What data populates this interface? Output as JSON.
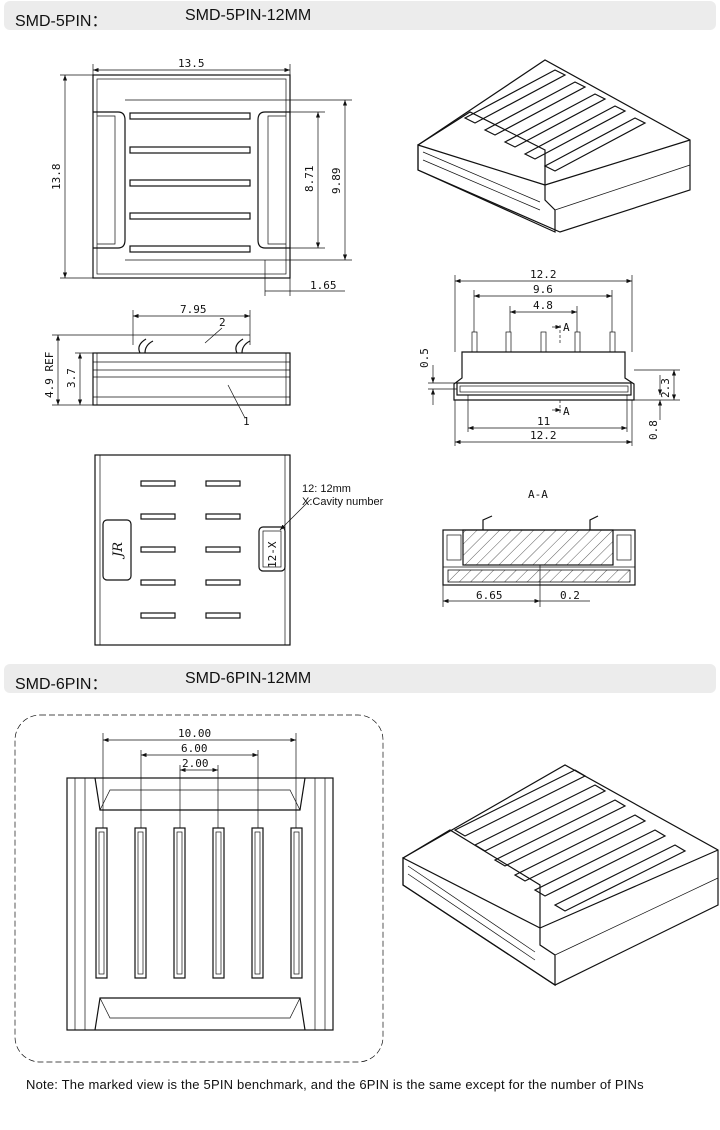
{
  "sections": [
    {
      "label": "SMD-5PIN：",
      "model": "SMD-5PIN-12MM"
    },
    {
      "label": "SMD-6PIN：",
      "model": "SMD-6PIN-12MM"
    }
  ],
  "five_pin": {
    "top_view": {
      "width": "13.5",
      "height": "13.8",
      "inner": "8.71",
      "outer": "9.89",
      "edge": "1.65"
    },
    "side_view": {
      "span": "7.95",
      "ref_height": "4.9 REF",
      "body_height": "3.7",
      "callout_2": "2",
      "callout_1": "1"
    },
    "front_view": {
      "top_width": "12.2",
      "pin_span": "9.6",
      "pin_inner": "4.8",
      "section_mark": "A",
      "left_gap": "0.5",
      "right_height": "2.3",
      "bottom_offset": "0.8",
      "bottom_inner": "11",
      "bottom_width": "12.2"
    },
    "bottom_view": {
      "marking_line1": "12: 12mm",
      "marking_line2": "X:Cavity number",
      "cavity_mark": "12-X",
      "logo": "JR"
    },
    "section_view": {
      "title": "A-A",
      "left_dim": "6.65",
      "right_dim": "0.2"
    }
  },
  "six_pin": {
    "top_view": {
      "outer": "10.00",
      "middle": "6.00",
      "inner": "2.00"
    }
  },
  "note": "Note: The marked view is the 5PIN benchmark, and the 6PIN is the same except for the number of PINs"
}
